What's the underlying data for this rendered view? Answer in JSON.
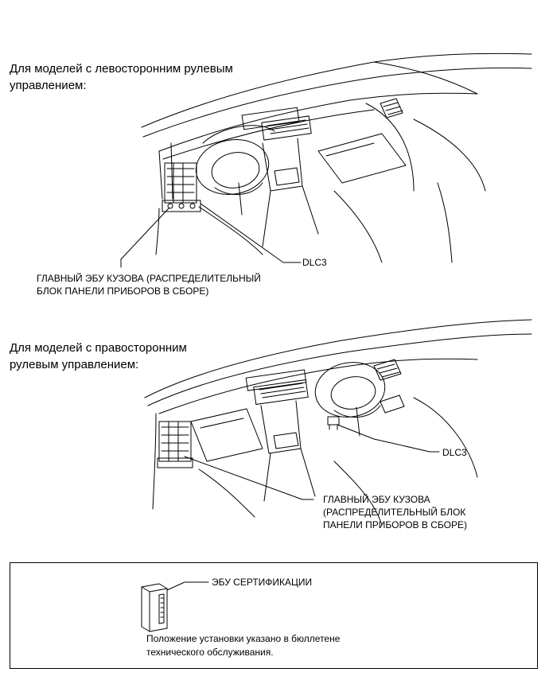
{
  "lhd": {
    "heading": "Для моделей с левосторонним рулевым\nуправлением:",
    "dlc3_label": "DLC3",
    "ecu_label": "ГЛАВНЫЙ ЭБУ КУЗОВА (РАСПРЕДЕЛИТЕЛЬНЫЙ\nБЛОК ПАНЕЛИ ПРИБОРОВ В СБОРЕ)"
  },
  "rhd": {
    "heading": "Для моделей с правосторонним\nрулевым управлением:",
    "dlc3_label": "DLC3",
    "ecu_label": "ГЛАВНЫЙ ЭБУ КУЗОВА\n(РАСПРЕДЕЛИТЕЛЬНЫЙ БЛОК\nПАНЕЛИ ПРИБОРОВ В СБОРЕ)"
  },
  "note": {
    "ecu_label": "ЭБУ СЕРТИФИКАЦИИ",
    "text": "Положение установки указано в бюллетене\nтехнического обслуживания."
  }
}
